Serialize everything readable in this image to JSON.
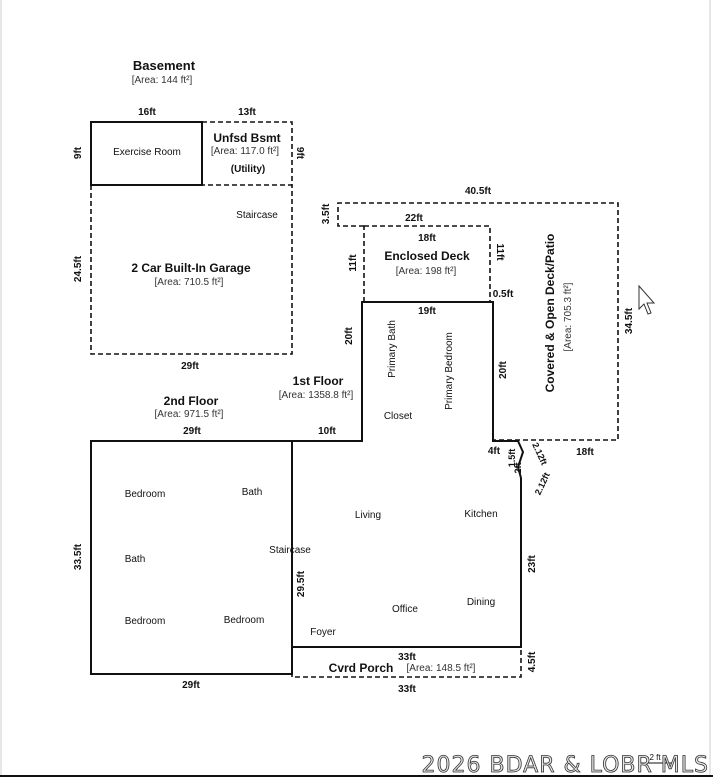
{
  "sections": {
    "basement": {
      "title": "Basement",
      "area": "[Area: 144 ft²]"
    },
    "unfinished_basement": {
      "title": "Unfsd Bsmt",
      "area": "[Area: 117.0 ft²]",
      "note": "(Utility)"
    },
    "garage": {
      "title": "2 Car Built-In Garage",
      "area": "[Area: 710.5 ft²]"
    },
    "enclosed_deck": {
      "title": "Enclosed Deck",
      "area": "[Area: 198 ft²]"
    },
    "covered_deck": {
      "title": "Covered & Open Deck/Patio",
      "area": "[Area: 705.3 ft²]"
    },
    "first_floor": {
      "title": "1st Floor",
      "area": "[Area: 1358.8 ft²]"
    },
    "second_floor": {
      "title": "2nd Floor",
      "area": "[Area: 971.5 ft²]"
    },
    "porch": {
      "title": "Cvrd Porch",
      "area": "[Area: 148.5 ft²]"
    }
  },
  "rooms": {
    "exercise_room": "Exercise Room",
    "staircase_bsmt": "Staircase",
    "primary_bath": "Primary Bath",
    "primary_bedroom": "Primary Bedroom",
    "closet": "Closet",
    "living": "Living",
    "kitchen": "Kitchen",
    "staircase_main": "Staircase",
    "office": "Office",
    "dining": "Dining",
    "foyer": "Foyer",
    "bedroom_1": "Bedroom",
    "bath_1": "Bath",
    "bath_2": "Bath",
    "bedroom_2": "Bedroom",
    "bedroom_3": "Bedroom"
  },
  "dimensions": {
    "d16": "16ft",
    "d13": "13ft",
    "d9a": "9ft",
    "d9b": "9ft",
    "d24_5": "24.5ft",
    "d29_garage": "29ft",
    "d40_5": "40.5ft",
    "d3_5": "3.5ft",
    "d22": "22ft",
    "d18_deck": "18ft",
    "d11a": "11ft",
    "d11b": "11ft",
    "d0_5": "0.5ft",
    "d19": "19ft",
    "d20a": "20ft",
    "d20b": "20ft",
    "d34_5": "34.5ft",
    "d29_2nd": "29ft",
    "d10": "10ft",
    "d4": "4ft",
    "d1_5": "1.5ft",
    "d2_12a": "2.12ft",
    "d2": "2ft",
    "d2_12b": "2.12ft",
    "d18_patio": "18ft",
    "d33_5": "33.5ft",
    "d29_5": "29.5ft",
    "d23": "23ft",
    "d33_top": "33ft",
    "d4_5": "4.5ft",
    "d33_bottom": "33ft",
    "d29_bottom": "29ft",
    "d2_small": "2 ft"
  },
  "watermark": "2026 BDAR & LOBR MLS"
}
